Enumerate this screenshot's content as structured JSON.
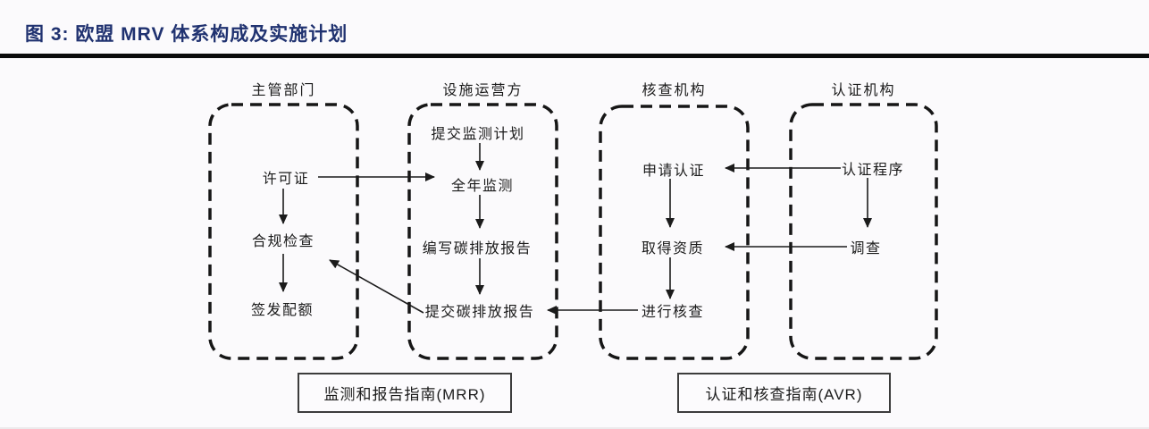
{
  "title": "图 3: 欧盟 MRV 体系构成及实施计划",
  "colors": {
    "title_text": "#203270",
    "divider": "#0b0b0b",
    "diagram_ink": "#1b1b1b",
    "background": "#fbfafc"
  },
  "columns": [
    {
      "header": "主管部门",
      "nodes": [
        {
          "label": "许可证"
        },
        {
          "label": "合规检查"
        },
        {
          "label": "签发配额"
        }
      ]
    },
    {
      "header": "设施运营方",
      "nodes": [
        {
          "label": "提交监测计划"
        },
        {
          "label": "全年监测"
        },
        {
          "label": "编写碳排放报告"
        },
        {
          "label": "提交碳排放报告"
        }
      ]
    },
    {
      "header": "核查机构",
      "nodes": [
        {
          "label": "申请认证"
        },
        {
          "label": "取得资质"
        },
        {
          "label": "进行核查"
        }
      ]
    },
    {
      "header": "认证机构",
      "nodes": [
        {
          "label": "认证程序"
        },
        {
          "label": "调查"
        }
      ]
    }
  ],
  "edges": [
    {
      "from": "许可证",
      "to": "全年监测"
    },
    {
      "from": "许可证",
      "to": "合规检查"
    },
    {
      "from": "合规检查",
      "to": "签发配额"
    },
    {
      "from": "提交监测计划",
      "to": "全年监测"
    },
    {
      "from": "全年监测",
      "to": "编写碳排放报告"
    },
    {
      "from": "编写碳排放报告",
      "to": "提交碳排放报告"
    },
    {
      "from": "提交碳排放报告",
      "to": "合规检查"
    },
    {
      "from": "进行核查",
      "to": "提交碳排放报告"
    },
    {
      "from": "申请认证",
      "to": "取得资质"
    },
    {
      "from": "取得资质",
      "to": "进行核查"
    },
    {
      "from": "认证程序",
      "to": "申请认证"
    },
    {
      "from": "认证程序",
      "to": "调查"
    },
    {
      "from": "调查",
      "to": "取得资质"
    }
  ],
  "footer_boxes": [
    {
      "label": "监测和报告指南(MRR)"
    },
    {
      "label": "认证和核查指南(AVR)"
    }
  ]
}
